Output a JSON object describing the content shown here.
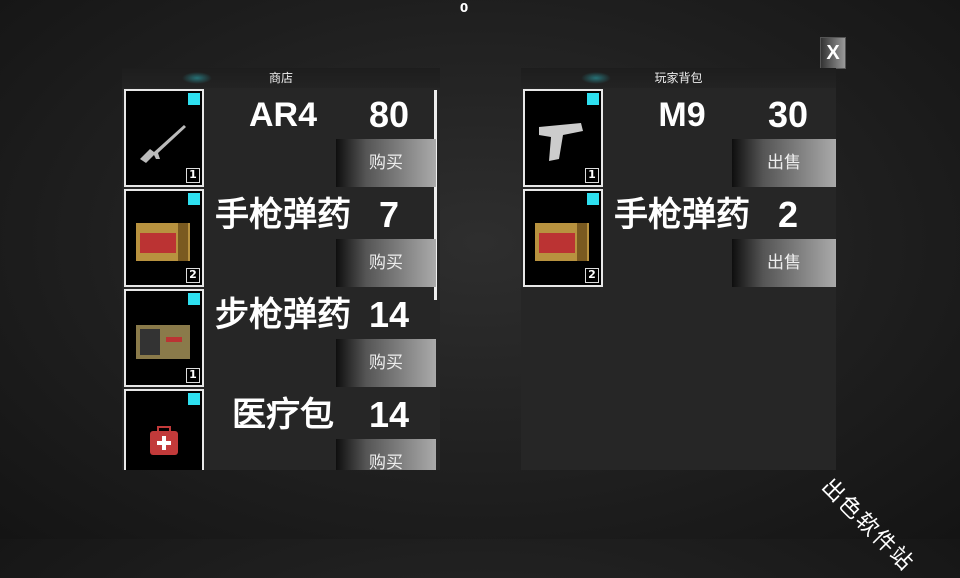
{
  "hud": {
    "counter": "0"
  },
  "close_label": "X",
  "shop": {
    "title": "商店",
    "items": [
      {
        "name": "AR4",
        "price": "80",
        "action": "购买",
        "count": "1",
        "icon": "rifle-icon"
      },
      {
        "name": "手枪弹药",
        "price": "7",
        "action": "购买",
        "count": "2",
        "icon": "pistol-ammo-box-icon"
      },
      {
        "name": "步枪弹药",
        "price": "14",
        "action": "购买",
        "count": "1",
        "icon": "rifle-ammo-box-icon"
      },
      {
        "name": "医疗包",
        "price": "14",
        "action": "购买",
        "count": "",
        "icon": "medkit-icon"
      }
    ]
  },
  "backpack": {
    "title": "玩家背包",
    "items": [
      {
        "name": "M9",
        "price": "30",
        "action": "出售",
        "count": "1",
        "icon": "pistol-icon"
      },
      {
        "name": "手枪弹药",
        "price": "2",
        "action": "出售",
        "count": "2",
        "icon": "pistol-ammo-box-icon"
      }
    ]
  },
  "watermark": "出色软件站",
  "colors": {
    "tag": "#2ee0f0",
    "panel": "#262626"
  }
}
